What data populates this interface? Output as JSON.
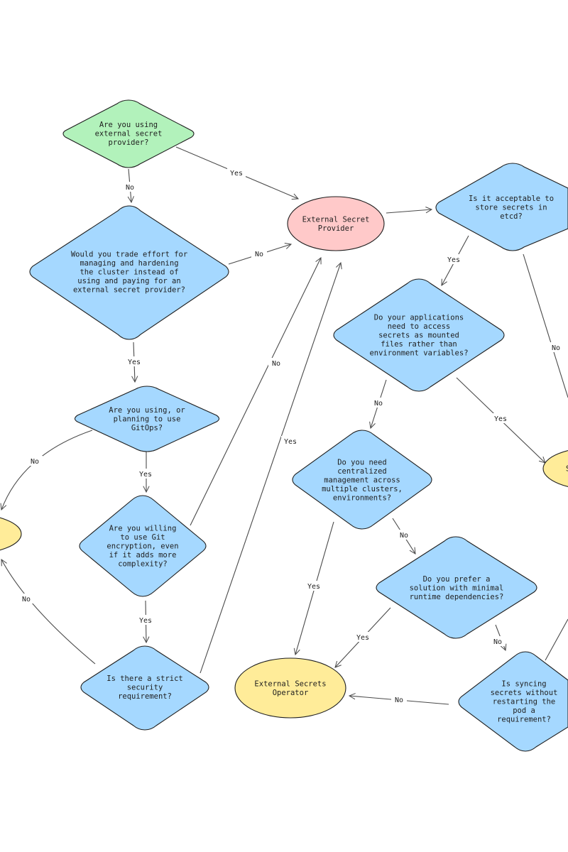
{
  "colors": {
    "green": "#b2f2bb",
    "blue": "#a5d8ff",
    "pink": "#ffc9c9",
    "yellow": "#ffec99",
    "stroke": "#1e1e1e",
    "edge": "#4a4a4a"
  },
  "nodes": {
    "q-external-provider": {
      "lines": [
        "Are you using",
        "external secret",
        "provider?"
      ]
    },
    "q-trade-effort": {
      "lines": [
        "Would you trade effort for",
        "managing and hardening",
        "the cluster instead of",
        "using and paying for an",
        "external secret provider?"
      ]
    },
    "q-gitops": {
      "lines": [
        "Are you using, or",
        "planning to use",
        "GitOps?"
      ]
    },
    "q-git-encryption": {
      "lines": [
        "Are you willing",
        "to use Git",
        "encryption, even",
        "if it adds more",
        "complexity?"
      ]
    },
    "q-strict-security": {
      "lines": [
        "Is there a strict",
        "security",
        "requirement?"
      ]
    },
    "r-external-secret-provider": {
      "lines": [
        "External Secret",
        "Provider"
      ]
    },
    "q-store-etcd": {
      "lines": [
        "Is it acceptable to",
        "store secrets in",
        "etcd?"
      ]
    },
    "q-mounted-files": {
      "lines": [
        "Do your applications",
        "need to access",
        "secrets as mounted",
        "files rather than",
        "environment variables?"
      ]
    },
    "q-centralized": {
      "lines": [
        "Do you need",
        "centralized",
        "management across",
        "multiple clusters,",
        "environments?"
      ]
    },
    "q-minimal-deps": {
      "lines": [
        "Do you prefer a",
        "solution with minimal",
        "runtime dependencies?"
      ]
    },
    "q-syncing": {
      "lines": [
        "Is syncing",
        "secrets without",
        "restarting the",
        "pod a",
        "requirement?"
      ]
    },
    "r-external-secrets-operator": {
      "lines": [
        "External Secrets",
        "Operator"
      ]
    },
    "r-right-partial": {
      "lines": [
        "S"
      ]
    },
    "r-left-partial": {
      "lines": []
    }
  },
  "edges": {
    "ext-no": "No",
    "ext-yes": "Yes",
    "trade-no": "No",
    "trade-yes": "Yes",
    "gitops-no": "No",
    "gitops-yes": "Yes",
    "gitenc-no": "No",
    "gitenc-yes": "Yes",
    "strict-no": "No",
    "strict-yes": "Yes",
    "etcd-yes": "Yes",
    "etcd-no": "No",
    "mounted-no": "No",
    "mounted-yes": "Yes",
    "central-yes": "Yes",
    "central-no": "No",
    "mindeps-yes": "Yes",
    "mindeps-no": "No",
    "syncing-no": "No"
  }
}
